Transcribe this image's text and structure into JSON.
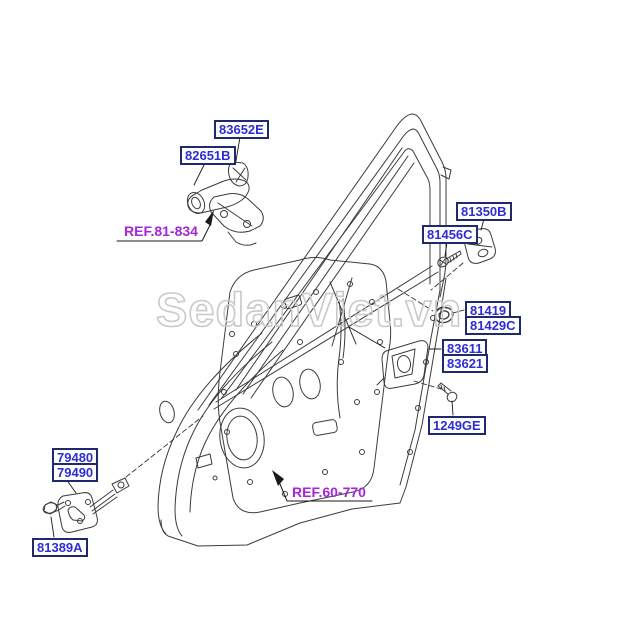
{
  "watermark": {
    "text": "SedanViet.vn",
    "outline_color": "#c9c9c9"
  },
  "colors": {
    "label_border": "#1d2b6e",
    "label_text": "#2d2dd6",
    "ref_text": "#a326d9",
    "drawing_line": "#3c3c3c",
    "background": "#ffffff"
  },
  "part_labels": [
    {
      "code": "83652E"
    },
    {
      "code": "82651B"
    },
    {
      "code": "81350B"
    },
    {
      "code": "81456C"
    },
    {
      "code": "81419"
    },
    {
      "code": "81429C"
    },
    {
      "code": "83611"
    },
    {
      "code": "83621"
    },
    {
      "code": "1249GE"
    },
    {
      "code": "79480"
    },
    {
      "code": "79490"
    },
    {
      "code": "81389A"
    }
  ],
  "ref_labels": [
    {
      "text": "REF.81-834"
    },
    {
      "text": "REF.60-770"
    }
  ]
}
